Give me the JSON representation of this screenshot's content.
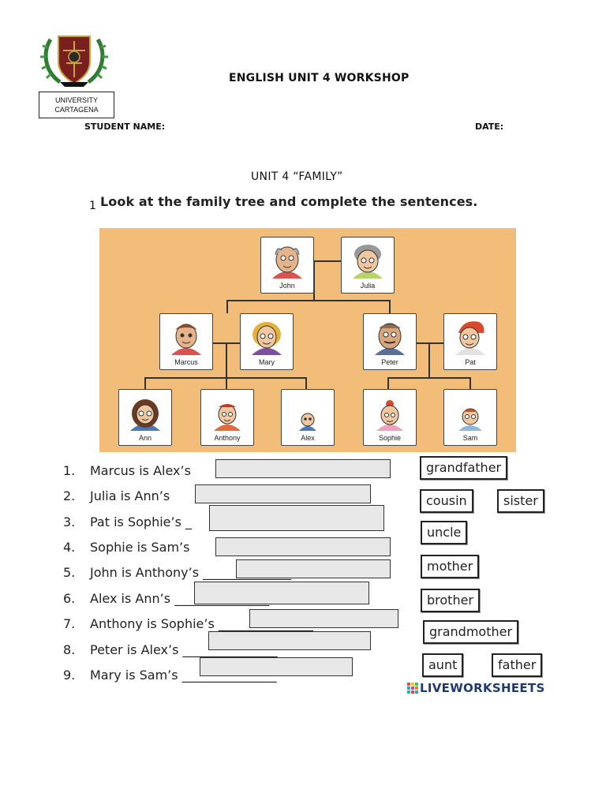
{
  "header": {
    "university_line1": "UNIVERSITY",
    "university_line2": "CARTAGENA",
    "title": "ENGLISH UNIT 4 WORKSHOP",
    "student_name_label": "STUDENT NAME:",
    "date_label": "DATE:"
  },
  "unit_title": "UNIT 4 “FAMILY”",
  "instruction": {
    "number": "1",
    "text": "Look at the family tree and complete the sentences."
  },
  "family": {
    "john": "John",
    "julia": "Julia",
    "marcus": "Marcus",
    "mary": "Mary",
    "peter": "Peter",
    "pat": "Pat",
    "ann": "Ann",
    "anthony": "Anthony",
    "alex": "Alex",
    "sophie": "Sophie",
    "sam": "Sam"
  },
  "sentences": [
    {
      "num": "1.",
      "text": "Marcus is Alex’s",
      "blank": "",
      "answer": ""
    },
    {
      "num": "2.",
      "text": "Julia is Ann’s",
      "blank": "",
      "answer": ""
    },
    {
      "num": "3.",
      "text": "Pat is Sophie’s",
      "blank": "_",
      "answer": ""
    },
    {
      "num": "4.",
      "text": "Sophie is Sam’s",
      "blank": "",
      "answer": ""
    },
    {
      "num": "5.",
      "text": "John is Anthony’s",
      "blank": "______________",
      "answer": ""
    },
    {
      "num": "6.",
      "text": "Alex is Ann’s",
      "blank": "_______________",
      "answer": ""
    },
    {
      "num": "7.",
      "text": "Anthony is Sophie’s",
      "blank": "_______________",
      "answer": ""
    },
    {
      "num": "8.",
      "text": "Peter is Alex’s",
      "blank": "_______________",
      "answer": ""
    },
    {
      "num": "9.",
      "text": "Mary is Sam’s",
      "blank": "_______________",
      "answer": ""
    }
  ],
  "word_bank": {
    "grandfather": "grandfather",
    "cousin": "cousin",
    "sister": "sister",
    "uncle": "uncle",
    "mother": "mother",
    "brother": "brother",
    "grandmother": "grandmother",
    "aunt": "aunt",
    "father": "father"
  },
  "branding": {
    "logo_text": "LIVEWORKSHEETS"
  },
  "colors": {
    "tree_background": "#f2bd78",
    "answer_fill": "#e8e8e8"
  }
}
